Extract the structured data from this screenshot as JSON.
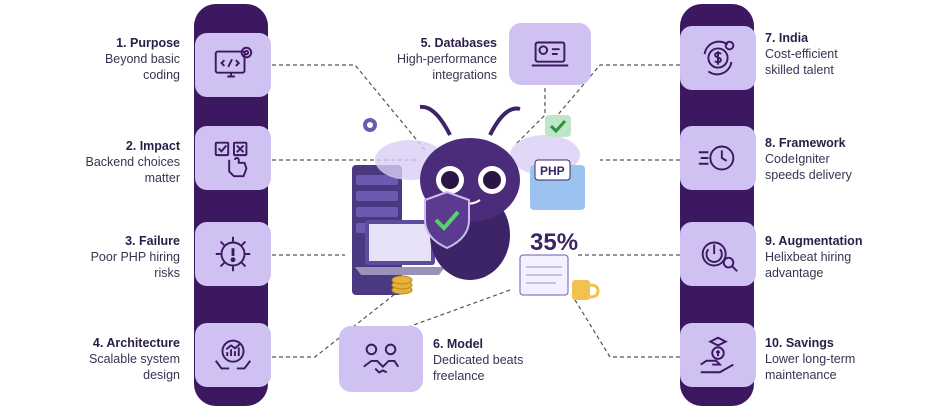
{
  "items": [
    {
      "num_title": "1. Purpose",
      "desc_line1": "Beyond basic",
      "desc_line2": "coding",
      "icon": "monitor-code-icon"
    },
    {
      "num_title": "2. Impact",
      "desc_line1": "Backend choices",
      "desc_line2": "matter",
      "icon": "checkbox-hand-icon"
    },
    {
      "num_title": "3. Failure",
      "desc_line1": "Poor PHP hiring",
      "desc_line2": "risks",
      "icon": "warning-gear-icon"
    },
    {
      "num_title": "4. Architecture",
      "desc_line1": "Scalable system",
      "desc_line2": "design",
      "icon": "growth-hands-icon"
    },
    {
      "num_title": "5. Databases",
      "desc_line1": "High-performance",
      "desc_line2": "integrations",
      "icon": "laptop-gear-icon"
    },
    {
      "num_title": "6. Model",
      "desc_line1": "Dedicated beats",
      "desc_line2": "freelance",
      "icon": "handshake-icon"
    },
    {
      "num_title": "7. India",
      "desc_line1": "Cost-efficient",
      "desc_line2": "skilled talent",
      "icon": "dollar-cycle-icon"
    },
    {
      "num_title": "8. Framework",
      "desc_line1": "CodeIgniter",
      "desc_line2": "speeds delivery",
      "icon": "speed-clock-icon"
    },
    {
      "num_title": "9. Augmentation",
      "desc_line1": "Helixbeat hiring",
      "desc_line2": "advantage",
      "icon": "power-search-icon"
    },
    {
      "num_title": "10. Savings",
      "desc_line1": "Lower long-term",
      "desc_line2": "maintenance",
      "icon": "money-hand-icon"
    }
  ],
  "illustration": {
    "php_badge": "PHP",
    "percent_badge": "35%",
    "colors": {
      "accent": "#3b1860",
      "tile": "#cfc2f2",
      "mascot": "#3d2466"
    }
  }
}
